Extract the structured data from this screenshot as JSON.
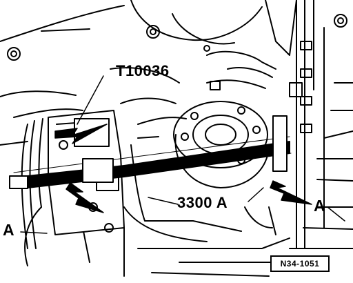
{
  "callouts": {
    "tool_holder": "T10036",
    "tool_puller": "3300 A",
    "mark_left": "A",
    "mark_right": "A"
  },
  "figure_id": "N34-1051",
  "colors": {
    "ink": "#000000",
    "paper": "#ffffff"
  }
}
